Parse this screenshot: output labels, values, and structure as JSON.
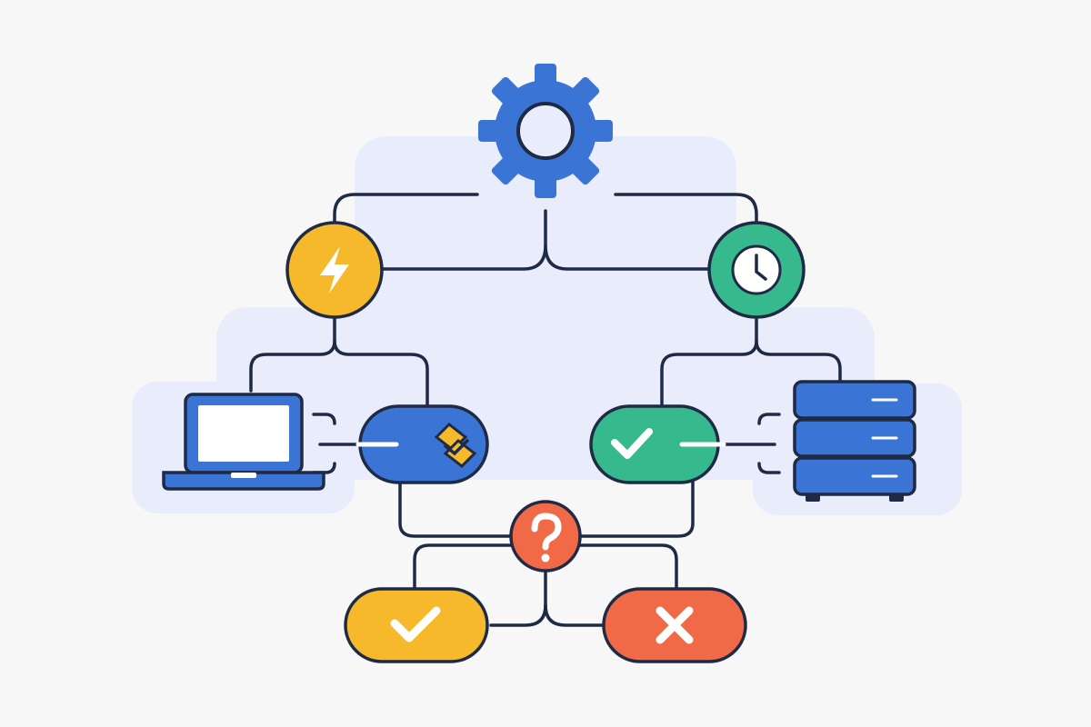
{
  "colors": {
    "background": "#f7f7f8",
    "panel": "#e9edfb",
    "line": "#1f2a44",
    "blue": "#3a75d6",
    "yellow": "#f6b92b",
    "green": "#36b98c",
    "red": "#f06a47",
    "white": "#ffffff"
  },
  "nodes": [
    {
      "id": "gear",
      "icon": "gear-icon",
      "color": "blue"
    },
    {
      "id": "trigger",
      "icon": "lightning-icon",
      "color": "yellow"
    },
    {
      "id": "schedule",
      "icon": "clock-icon",
      "color": "green"
    },
    {
      "id": "client",
      "icon": "laptop-icon",
      "color": "blue"
    },
    {
      "id": "process",
      "icon": "link-icon",
      "color": "blue"
    },
    {
      "id": "validate",
      "icon": "checkmark-icon",
      "color": "green"
    },
    {
      "id": "server",
      "icon": "server-icon",
      "color": "blue"
    },
    {
      "id": "decision",
      "icon": "question-icon",
      "color": "red"
    },
    {
      "id": "approve",
      "icon": "checkmark-icon",
      "color": "yellow"
    },
    {
      "id": "reject",
      "icon": "x-icon",
      "color": "red"
    }
  ],
  "edges": [
    [
      "gear",
      "trigger"
    ],
    [
      "gear",
      "schedule"
    ],
    [
      "trigger",
      "client"
    ],
    [
      "trigger",
      "process"
    ],
    [
      "schedule",
      "validate"
    ],
    [
      "schedule",
      "server"
    ],
    [
      "client",
      "process"
    ],
    [
      "server",
      "validate"
    ],
    [
      "process",
      "decision"
    ],
    [
      "validate",
      "decision"
    ],
    [
      "decision",
      "approve"
    ],
    [
      "decision",
      "reject"
    ]
  ]
}
